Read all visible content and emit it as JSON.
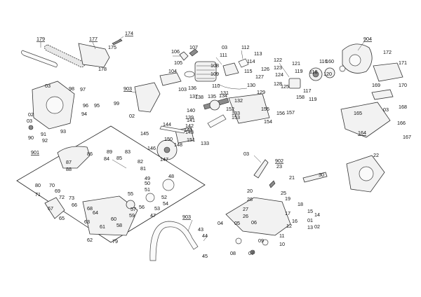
{
  "callouts": [
    {
      "text": "179",
      "underline": true
    },
    {
      "text": "177",
      "underline": true
    },
    {
      "text": "174",
      "underline": true
    },
    {
      "text": "175"
    },
    {
      "text": "178"
    },
    {
      "text": "106"
    },
    {
      "text": "107"
    },
    {
      "text": "105"
    },
    {
      "text": "104"
    },
    {
      "text": "108"
    },
    {
      "text": "103"
    },
    {
      "text": "03"
    },
    {
      "text": "111"
    },
    {
      "text": "112"
    },
    {
      "text": "113"
    },
    {
      "text": "114"
    },
    {
      "text": "109"
    },
    {
      "text": "110"
    },
    {
      "text": "115"
    },
    {
      "text": "122"
    },
    {
      "text": "123"
    },
    {
      "text": "121"
    },
    {
      "text": "124"
    },
    {
      "text": "126"
    },
    {
      "text": "127"
    },
    {
      "text": "904",
      "underline": true
    },
    {
      "text": "116"
    },
    {
      "text": "160"
    },
    {
      "text": "118"
    },
    {
      "text": "119"
    },
    {
      "text": "120"
    },
    {
      "text": "117"
    },
    {
      "text": "172"
    },
    {
      "text": "171"
    },
    {
      "text": "170"
    },
    {
      "text": "903",
      "underline": true
    },
    {
      "text": "02"
    },
    {
      "text": "99"
    },
    {
      "text": "03"
    },
    {
      "text": "98"
    },
    {
      "text": "97"
    },
    {
      "text": "96"
    },
    {
      "text": "95"
    },
    {
      "text": "94"
    },
    {
      "text": "93"
    },
    {
      "text": "92"
    },
    {
      "text": "91"
    },
    {
      "text": "90"
    },
    {
      "text": "02"
    },
    {
      "text": "03"
    },
    {
      "text": "137"
    },
    {
      "text": "136"
    },
    {
      "text": "140"
    },
    {
      "text": "139"
    },
    {
      "text": "138"
    },
    {
      "text": "135"
    },
    {
      "text": "134"
    },
    {
      "text": "133"
    },
    {
      "text": "132"
    },
    {
      "text": "131"
    },
    {
      "text": "130"
    },
    {
      "text": "129"
    },
    {
      "text": "128"
    },
    {
      "text": "125"
    },
    {
      "text": "152"
    },
    {
      "text": "153"
    },
    {
      "text": "155"
    },
    {
      "text": "154"
    },
    {
      "text": "156"
    },
    {
      "text": "157"
    },
    {
      "text": "158"
    },
    {
      "text": "119"
    },
    {
      "text": "169"
    },
    {
      "text": "03"
    },
    {
      "text": "168"
    },
    {
      "text": "164",
      "underline": true
    },
    {
      "text": "165"
    },
    {
      "text": "166"
    },
    {
      "text": "167"
    },
    {
      "text": "141"
    },
    {
      "text": "142"
    },
    {
      "text": "143"
    },
    {
      "text": "144"
    },
    {
      "text": "145"
    },
    {
      "text": "149"
    },
    {
      "text": "148"
    },
    {
      "text": "150"
    },
    {
      "text": "151"
    },
    {
      "text": "146"
    },
    {
      "text": "147"
    },
    {
      "text": "133"
    },
    {
      "text": "901",
      "underline": true
    },
    {
      "text": "86"
    },
    {
      "text": "87"
    },
    {
      "text": "88"
    },
    {
      "text": "89"
    },
    {
      "text": "84"
    },
    {
      "text": "85"
    },
    {
      "text": "83"
    },
    {
      "text": "82"
    },
    {
      "text": "81"
    },
    {
      "text": "80"
    },
    {
      "text": "70"
    },
    {
      "text": "71"
    },
    {
      "text": "69"
    },
    {
      "text": "72"
    },
    {
      "text": "73"
    },
    {
      "text": "66"
    },
    {
      "text": "65"
    },
    {
      "text": "67"
    },
    {
      "text": "68"
    },
    {
      "text": "64"
    },
    {
      "text": "63"
    },
    {
      "text": "62"
    },
    {
      "text": "61"
    },
    {
      "text": "60"
    },
    {
      "text": "58"
    },
    {
      "text": "59"
    },
    {
      "text": "57"
    },
    {
      "text": "56"
    },
    {
      "text": "55"
    },
    {
      "text": "54"
    },
    {
      "text": "53"
    },
    {
      "text": "52"
    },
    {
      "text": "51"
    },
    {
      "text": "50"
    },
    {
      "text": "49"
    },
    {
      "text": "48"
    },
    {
      "text": "47"
    },
    {
      "text": "79"
    },
    {
      "text": "903",
      "underline": true
    },
    {
      "text": "43"
    },
    {
      "text": "44"
    },
    {
      "text": "45"
    },
    {
      "text": "03"
    },
    {
      "text": "902",
      "underline": true
    },
    {
      "text": "23"
    },
    {
      "text": "22"
    },
    {
      "text": "30"
    },
    {
      "text": "21"
    },
    {
      "text": "20"
    },
    {
      "text": "28"
    },
    {
      "text": "27"
    },
    {
      "text": "26"
    },
    {
      "text": "25"
    },
    {
      "text": "19"
    },
    {
      "text": "18"
    },
    {
      "text": "17"
    },
    {
      "text": "16"
    },
    {
      "text": "15"
    },
    {
      "text": "14"
    },
    {
      "text": "13"
    },
    {
      "text": "12"
    },
    {
      "text": "11"
    },
    {
      "text": "10"
    },
    {
      "text": "09"
    },
    {
      "text": "08"
    },
    {
      "text": "07"
    },
    {
      "text": "06"
    },
    {
      "text": "05"
    },
    {
      "text": "04"
    },
    {
      "text": "01"
    },
    {
      "text": "02"
    },
    {
      "text": "03"
    },
    {
      "text": "11"
    },
    {
      "text": "12"
    }
  ]
}
